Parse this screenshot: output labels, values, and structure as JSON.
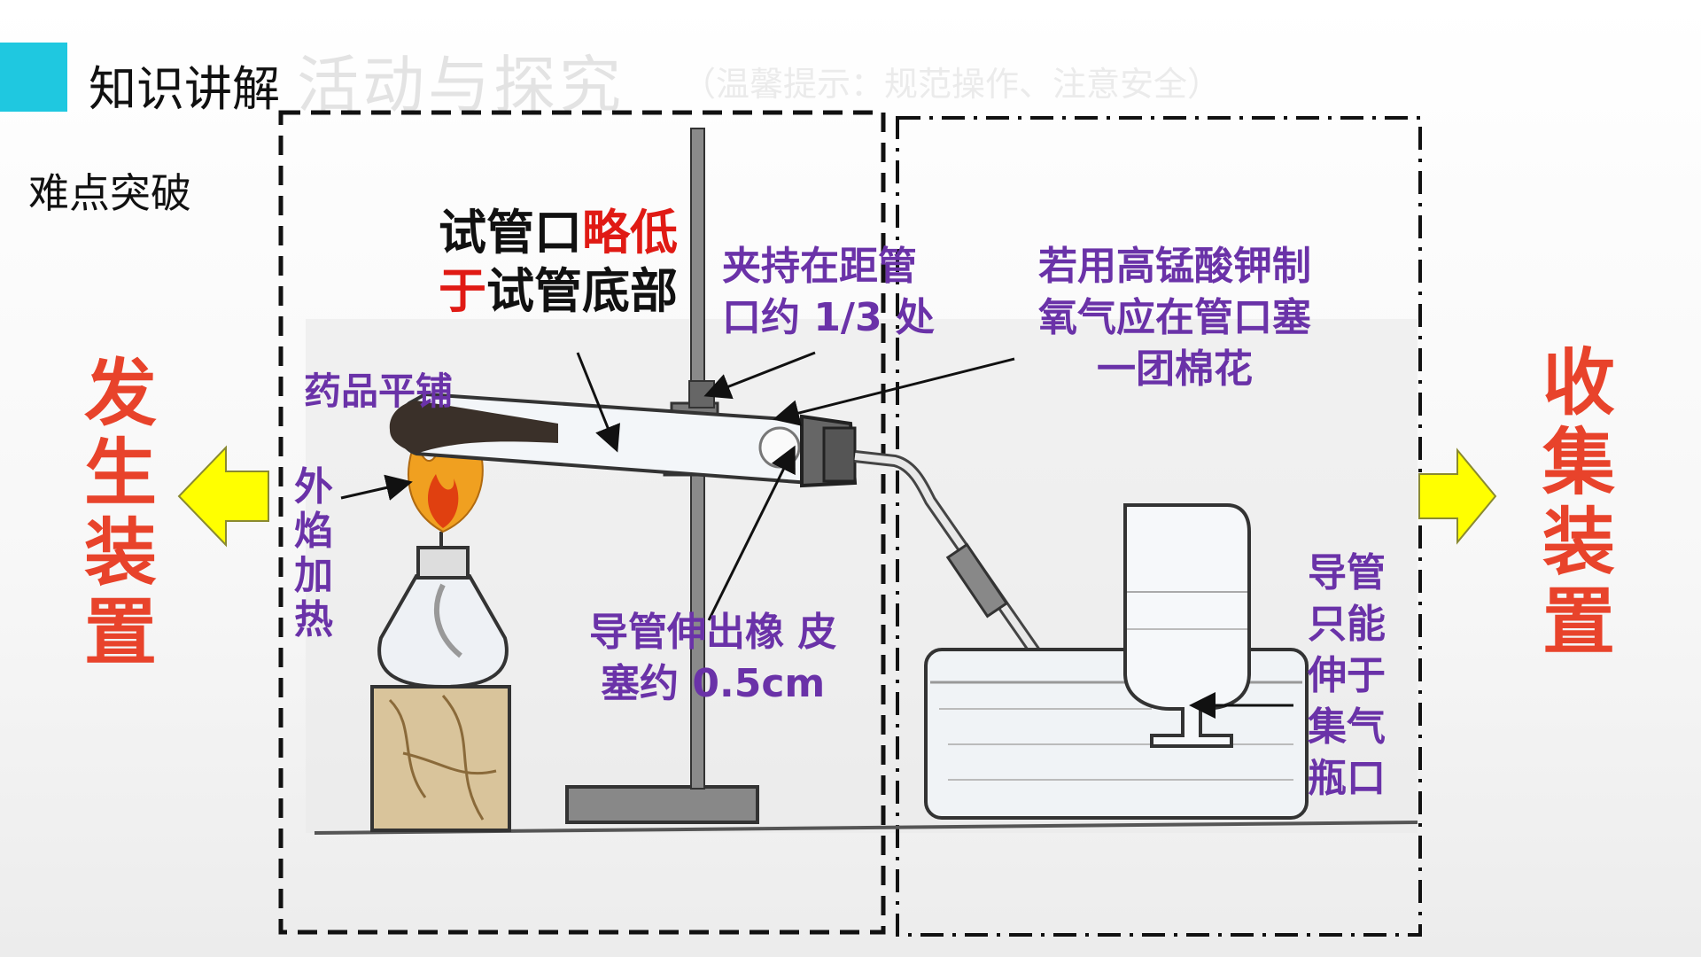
{
  "header": {
    "title": "知识讲解",
    "watermark": "活动与探究",
    "watermark_sub": "（温馨提示：规范操作、注意安全）"
  },
  "section_title": "难点突破",
  "side_labels": {
    "generator": "发生装置",
    "collector": "收集装置"
  },
  "annotations": {
    "tube_mouth_p1": "试管口",
    "tube_mouth_p2": "略低",
    "tube_mouth_p3": "于",
    "tube_mouth_p4": "试管底部",
    "clamp_line1": "夹持在距管",
    "clamp_line2": "口约 1/3 处",
    "cotton_line1": "若用高锰酸钾制",
    "cotton_line2": "氧气应在管口塞",
    "cotton_line3": "一团棉花",
    "drug": "药品平铺",
    "flame": "外焰加热",
    "pipe_line1": "导管伸出橡 皮",
    "pipe_line2": "塞约 0.5cm",
    "bottle": "导管只能伸于集气瓶口"
  },
  "colors": {
    "accent": "#1fc8e0",
    "side_label": "#e8432b",
    "highlight_red": "#e01a14",
    "annotation_purple": "#6a32a8",
    "arrow_yellow": "#ffff00"
  }
}
